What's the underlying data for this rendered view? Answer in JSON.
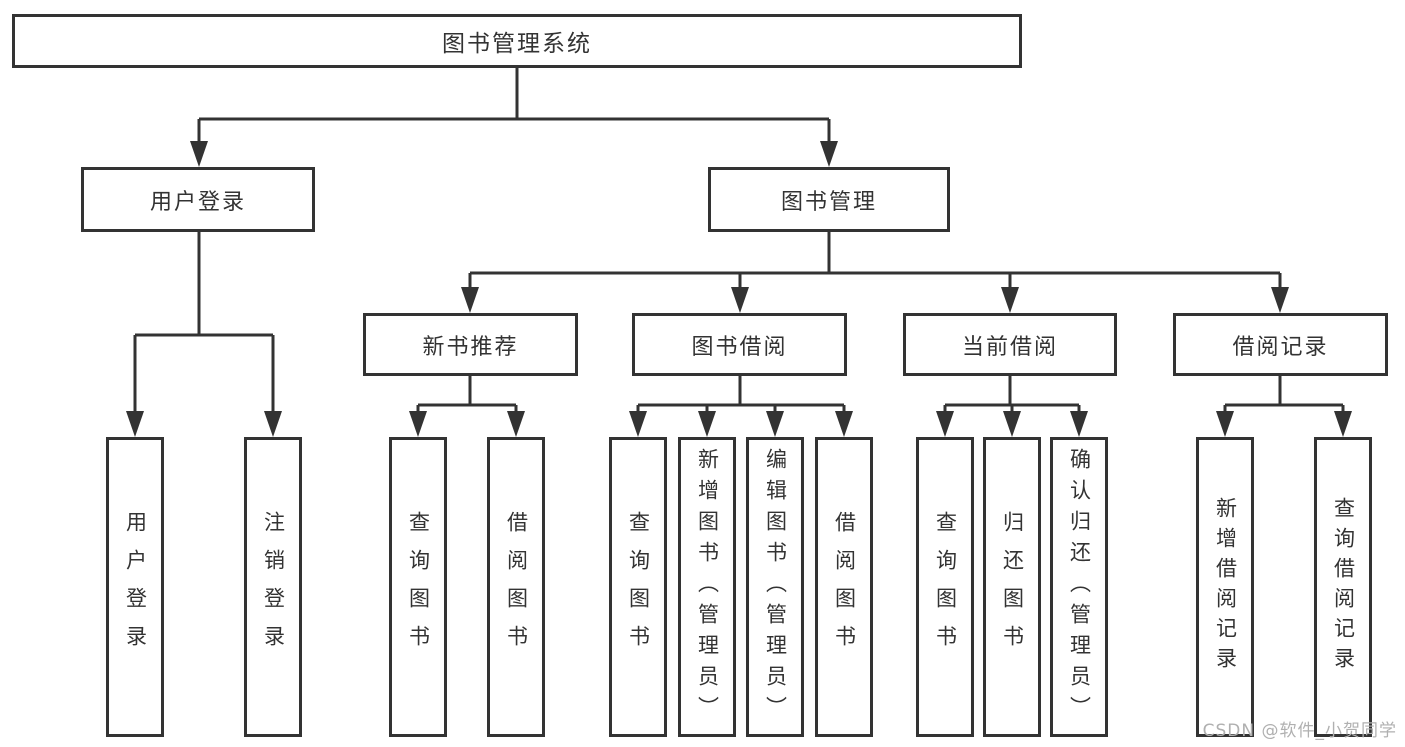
{
  "colors": {
    "line": "#333333",
    "node_border": "#333333",
    "node_background": "#ffffff",
    "text": "#333333",
    "watermark_text": "#b0b0b0"
  },
  "watermark": "CSDN @软件_小贺同学",
  "tree": {
    "root": "图书管理系统",
    "children": [
      {
        "label": "用户登录",
        "children": [
          {
            "label": "用户登录"
          },
          {
            "label": "注销登录"
          }
        ]
      },
      {
        "label": "图书管理",
        "children": [
          {
            "label": "新书推荐",
            "children": [
              {
                "label": "查询图书"
              },
              {
                "label": "借阅图书"
              }
            ]
          },
          {
            "label": "图书借阅",
            "children": [
              {
                "label": "查询图书"
              },
              {
                "label": "新增图书（管理员）"
              },
              {
                "label": "编辑图书（管理员）"
              },
              {
                "label": "借阅图书"
              }
            ]
          },
          {
            "label": "当前借阅",
            "children": [
              {
                "label": "查询图书"
              },
              {
                "label": "归还图书"
              },
              {
                "label": "确认归还（管理员）"
              }
            ]
          },
          {
            "label": "借阅记录",
            "children": [
              {
                "label": "新增借阅记录"
              },
              {
                "label": "查询借阅记录"
              }
            ]
          }
        ]
      }
    ]
  }
}
